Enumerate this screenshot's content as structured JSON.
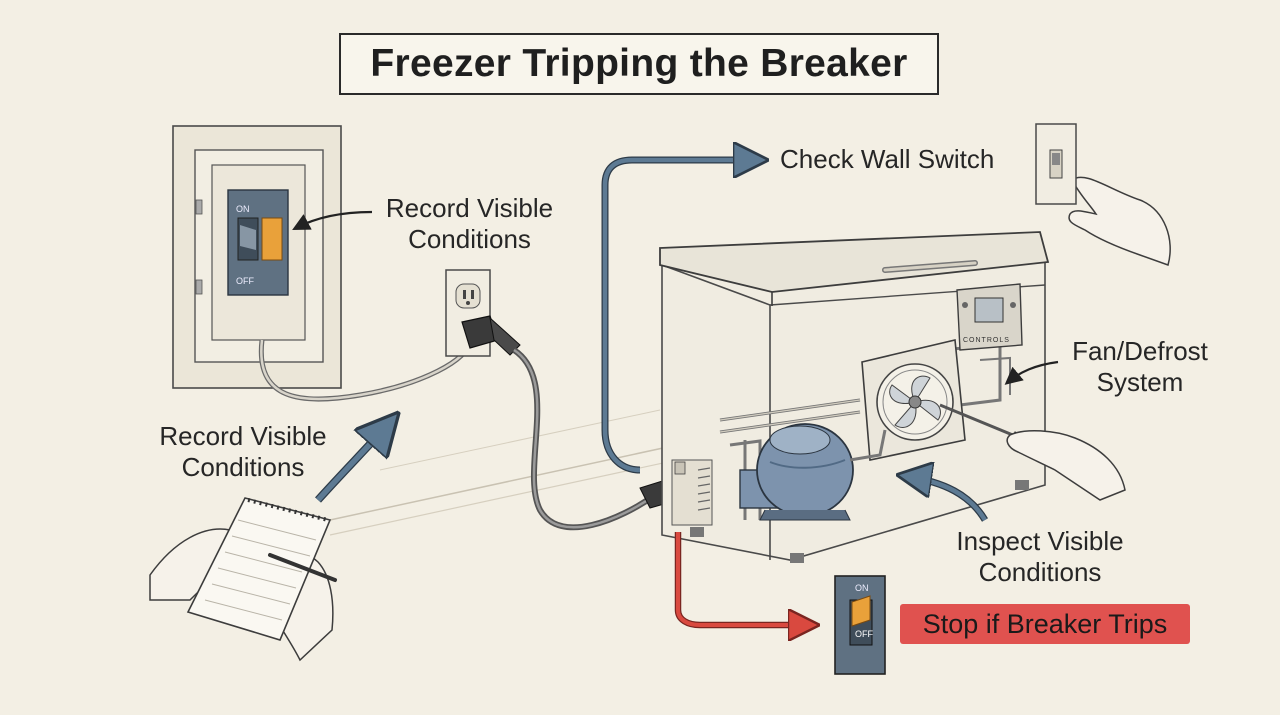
{
  "title": "Freezer Tripping the Breaker",
  "labels": {
    "record_panel": [
      "Record Visible",
      "Conditions"
    ],
    "record_notepad": [
      "Record Visible",
      "Conditions"
    ],
    "check_wall_switch": "Check Wall Switch",
    "fan_defrost": [
      "Fan/Defrost",
      "System"
    ],
    "inspect": [
      "Inspect Visible",
      "Conditions"
    ],
    "stop": "Stop if Breaker Trips"
  },
  "switch_marks": {
    "panel_on": "ON",
    "panel_off": "OFF",
    "bottom_on": "ON",
    "bottom_off": "OFF"
  },
  "control_label": "CONTROLS",
  "colors": {
    "background": "#f3efe4",
    "arrow_blue": "#5d7a93",
    "arrow_red": "#d9493f",
    "breaker_orange": "#e9a13a",
    "breaker_body": "#5f7182",
    "stop_badge": "#e0524f",
    "compressor": "#7d93ad"
  },
  "icons": [
    "breaker-panel-icon",
    "outlet-icon",
    "wall-switch-icon",
    "hand-icon",
    "notepad-icon",
    "freezer-icon",
    "compressor-icon",
    "fan-icon",
    "control-board-icon",
    "screwdriver-icon"
  ]
}
